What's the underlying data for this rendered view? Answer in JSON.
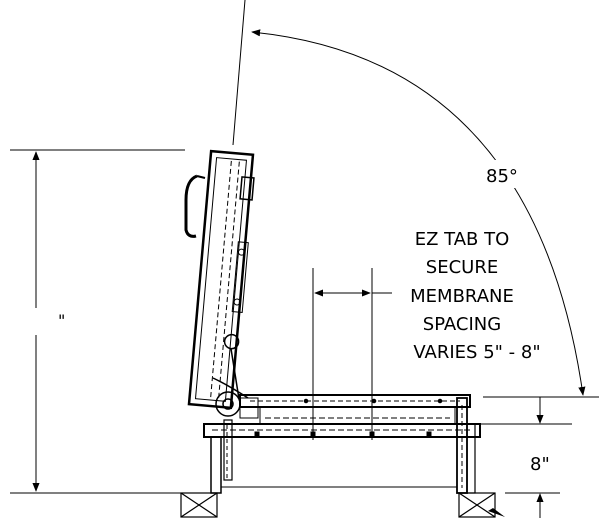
{
  "drawing": {
    "angle_label": "85°",
    "height_label": "\"",
    "curb_height_label": "8\"",
    "note_lines": [
      "EZ TAB TO",
      "SECURE",
      "MEMBRANE",
      "SPACING",
      "VARIES 5\" - 8\""
    ]
  },
  "colors": {
    "ink": "#000000",
    "background": "#ffffff"
  }
}
